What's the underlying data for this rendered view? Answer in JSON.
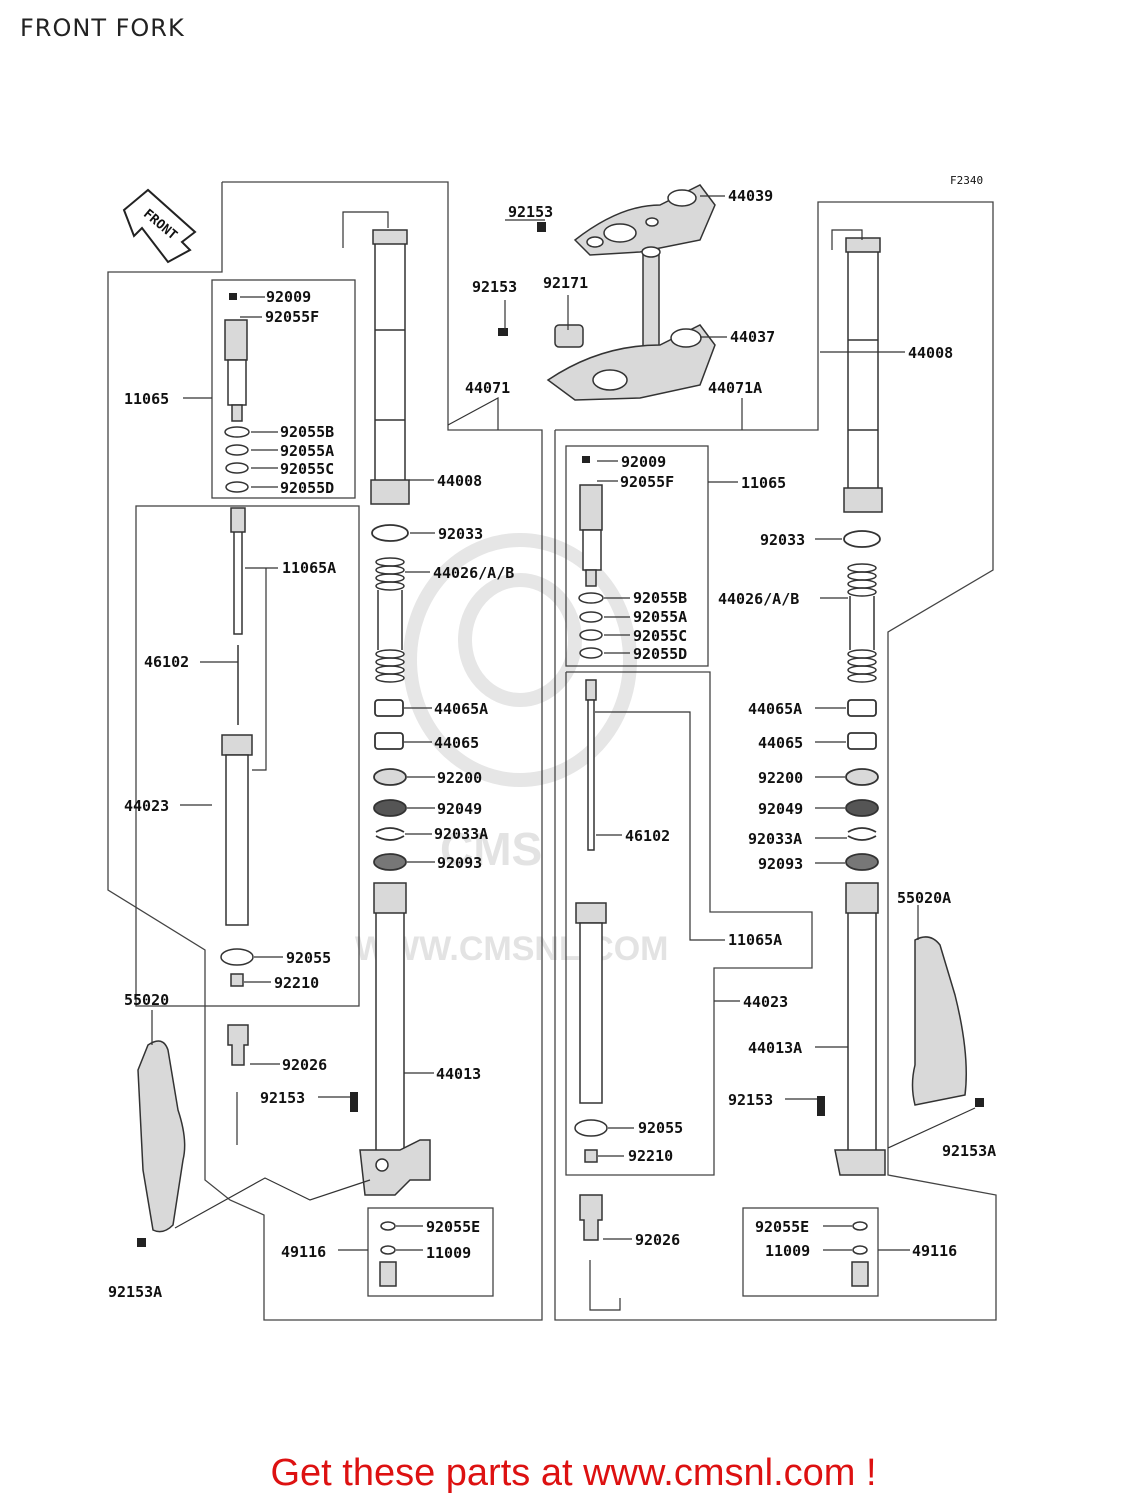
{
  "page": {
    "title": "FRONT FORK",
    "figure_code": "F2340",
    "front_label": "FRONT"
  },
  "footer": {
    "text": "Get these parts at www.cmsnl.com !"
  },
  "watermark": {
    "brand": "CMS",
    "url": "WWW.CMSNL.COM"
  },
  "colors": {
    "line": "#333333",
    "part_fill": "#d9d9d9",
    "footer": "#dd1111",
    "watermark": "#e3e3e3"
  },
  "labels": {
    "l92153_top": "92153",
    "l44039": "44039",
    "l92153_mid": "92153",
    "l92171": "92171",
    "l44037": "44037",
    "l44071": "44071",
    "l44071A": "44071A",
    "lA_92009": "92009",
    "lA_92055F": "92055F",
    "lA_11065": "11065",
    "lA_92055B": "92055B",
    "lA_92055A": "92055A",
    "lA_92055C": "92055C",
    "lA_92055D": "92055D",
    "lA_11065A": "11065A",
    "lA_46102": "46102",
    "lA_44023": "44023",
    "lA_92055": "92055",
    "lA_92210": "92210",
    "lA_92026": "92026",
    "lA_55020": "55020",
    "lA_92153": "92153",
    "lA_92153A": "92153A",
    "lB_44008": "44008",
    "lB_92033": "92033",
    "lB_44026": "44026/A/B",
    "lB_44065A": "44065A",
    "lB_44065": "44065",
    "lB_92200": "92200",
    "lB_92049": "92049",
    "lB_92033A": "92033A",
    "lB_92093": "92093",
    "lB_44013": "44013",
    "lB_92055E": "92055E",
    "lB_11009": "11009",
    "lB_49116": "49116",
    "lC_92009": "92009",
    "lC_92055F": "92055F",
    "lC_11065": "11065",
    "lC_92055B": "92055B",
    "lC_92055A": "92055A",
    "lC_92055C": "92055C",
    "lC_92055D": "92055D",
    "lC_46102": "46102",
    "lC_11065A": "11065A",
    "lC_44023": "44023",
    "lC_92055": "92055",
    "lC_92210": "92210",
    "lC_92026": "92026",
    "lD_44008": "44008",
    "lD_92033": "92033",
    "lD_44026": "44026/A/B",
    "lD_44065A": "44065A",
    "lD_44065": "44065",
    "lD_92200": "92200",
    "lD_92049": "92049",
    "lD_92033A": "92033A",
    "lD_92093": "92093",
    "lD_55020A": "55020A",
    "lD_44013A": "44013A",
    "lD_92153": "92153",
    "lD_92153A": "92153A",
    "lD_92055E": "92055E",
    "lD_11009": "11009",
    "lD_49116": "49116"
  }
}
